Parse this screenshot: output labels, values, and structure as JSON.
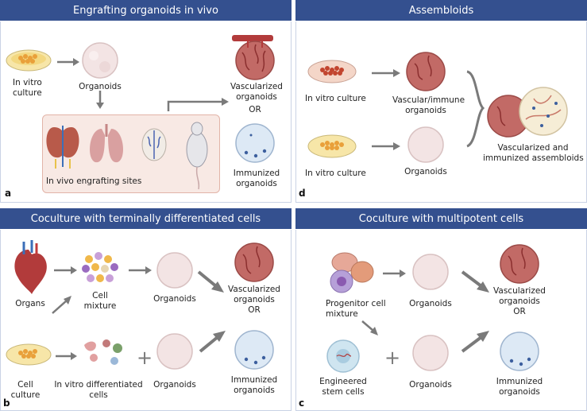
{
  "panels": {
    "a": {
      "letter": "a",
      "title": "Engrafting organoids in vivo",
      "in_vitro_culture": "In vitro\nculture",
      "organoids": "Organoids",
      "sites": "In vivo engrafting sites",
      "vascularized": "Vascularized\norganoids",
      "or": "OR",
      "immunized": "Immunized\norganoids"
    },
    "d": {
      "letter": "d",
      "title": "Assembloids",
      "in_vitro_culture_top": "In vitro culture",
      "vascular_immune": "Vascular/immune\norganoids",
      "in_vitro_culture_bottom": "In vitro culture",
      "organoids": "Organoids",
      "assembloids": "Vascularized and\nimmunized assembloids"
    },
    "b": {
      "letter": "b",
      "title": "Coculture with terminally differentiated cells",
      "organs": "Organs",
      "cell_mixture": "Cell\nmixture",
      "organoids_top": "Organoids",
      "vascularized": "Vascularized\norganoids",
      "or": "OR",
      "immunized": "Immunized\norganoids",
      "cell_culture": "Cell\nculture",
      "differentiated": "In vitro differentiated\ncells",
      "organoids_bottom": "Organoids",
      "plus": "+"
    },
    "c": {
      "letter": "c",
      "title": "Coculture with multipotent cells",
      "progenitor": "Progenitor cell\nmixture",
      "organoids_top": "Organoids",
      "vascularized": "Vascularized\norganoids",
      "or": "OR",
      "stem_cells": "Engineered\nstem cells",
      "organoids_bottom": "Organoids",
      "immunized": "Immunized\norganoids",
      "plus": "+"
    }
  },
  "colors": {
    "header": "#34508f",
    "arrow": "#7a7a7a",
    "organoid": "#f3e4e4",
    "vascular": "#b8625f",
    "immune": "#dde9f5",
    "dish_yellow": "#f7e6a8",
    "dish_red": "#f4d6c8"
  }
}
